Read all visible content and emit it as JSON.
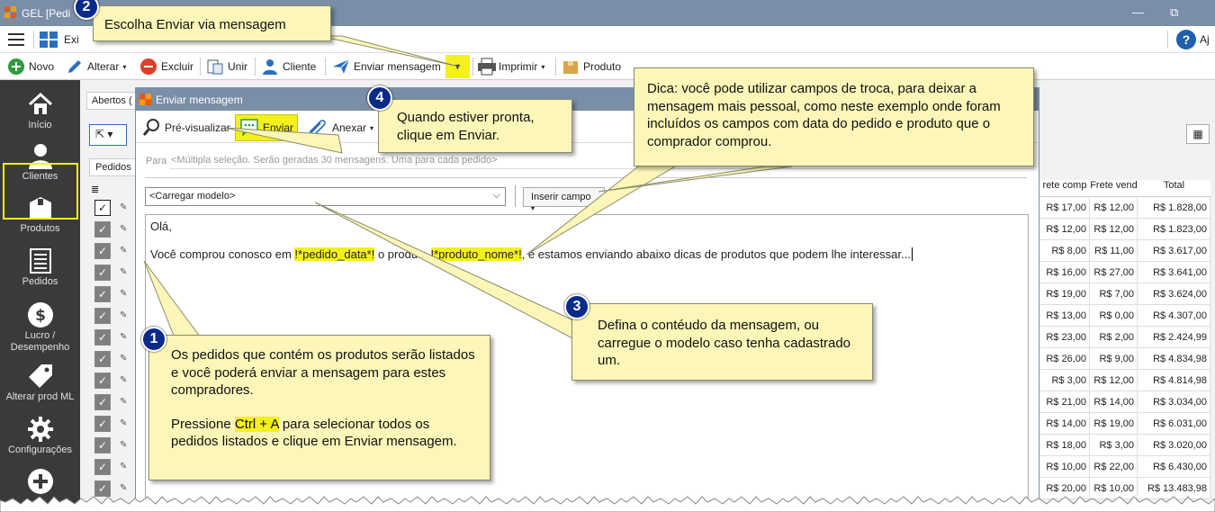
{
  "window": {
    "title": "GEL [Pedi",
    "restore_glyph": "⧉",
    "minimize_glyph": "—"
  },
  "menubar": {
    "exibir_label": "Exi",
    "help_icon_glyph": "?",
    "help_label": "Aj"
  },
  "toolbar": {
    "novo": "Novo",
    "alterar": "Alterar",
    "excluir": "Excluir",
    "unir": "Unir",
    "cliente": "Cliente",
    "enviar_mensagem": "Enviar mensagem",
    "imprimir": "Imprimir",
    "produto": "Produto",
    "caret": "▾",
    "dropdown_arrow": "▼"
  },
  "leftnav": {
    "items": [
      {
        "label": "Início"
      },
      {
        "label": "Clientes"
      },
      {
        "label": "Produtos"
      },
      {
        "label": "Pedidos"
      },
      {
        "label": "Lucro /\nDesempenho"
      },
      {
        "label": "Alterar prod ML"
      },
      {
        "label": "Configurações"
      }
    ]
  },
  "background": {
    "tab_abertos": "Abertos (",
    "tab_pedidos": "Pedidos",
    "select_tool": "⇱ ▾",
    "list_icon": "≣",
    "check_glyph": "✓",
    "pen_glyph": "✎",
    "grid_icon_glyph": "▦"
  },
  "table": {
    "headers": [
      "rete comp",
      "Frete vend",
      "Total"
    ],
    "rows": [
      [
        "R$ 17,00",
        "R$ 12,00",
        "R$ 1.828,00"
      ],
      [
        "R$ 12,00",
        "R$ 12,00",
        "R$ 1.823,00"
      ],
      [
        "R$ 8,00",
        "R$ 11,00",
        "R$ 3.617,00"
      ],
      [
        "R$ 16,00",
        "R$ 27,00",
        "R$ 3.641,00"
      ],
      [
        "R$ 19,00",
        "R$ 7,00",
        "R$ 3.624,00"
      ],
      [
        "R$ 13,00",
        "R$ 0,00",
        "R$ 4.307,00"
      ],
      [
        "R$ 23,00",
        "R$ 2,00",
        "R$ 2.424,99"
      ],
      [
        "R$ 26,00",
        "R$ 9,00",
        "R$ 4.834,98"
      ],
      [
        "R$ 3,00",
        "R$ 12,00",
        "R$ 4.814,98"
      ],
      [
        "R$ 21,00",
        "R$ 14,00",
        "R$ 3.034,00"
      ],
      [
        "R$ 14,00",
        "R$ 19,00",
        "R$ 6.031,00"
      ],
      [
        "R$ 18,00",
        "R$ 3,00",
        "R$ 3.020,00"
      ],
      [
        "R$ 10,00",
        "R$ 22,00",
        "R$ 6.430,00"
      ],
      [
        "R$ 20,00",
        "R$ 10,00",
        "R$ 13.483,98"
      ]
    ]
  },
  "dialog": {
    "title": "Enviar mensagem",
    "preview": "Pré-visualizar",
    "send": "Enviar",
    "attach": "Anexar",
    "attach_caret": "▾",
    "para_label": "Para",
    "para_value": "<Múltipla seleção. Serão geradas 30 mensagens. Uma para cada pedido>",
    "template_select": "<Carregar modelo>",
    "template_chevron": "⌵",
    "insert_field": "Inserir campo",
    "insert_caret": "▾",
    "body": {
      "greeting": "Olá,",
      "line_part1": "Você comprou conosco em ",
      "field_date": "!*pedido_data*!",
      "line_part2": " o produto ",
      "field_product": "!*produto_nome*!",
      "line_part3": ", e estamos enviando abaixo dicas de produtos que podem lhe interessar..."
    }
  },
  "callouts": {
    "step1": {
      "badge": "1",
      "text1": "Os pedidos que contém os produtos serão listados e você poderá enviar a mensagem para estes compradores.",
      "text2_before": "Pressione ",
      "text2_key": "Ctrl + A",
      "text2_after": " para selecionar todos os pedidos listados e clique em Enviar mensagem."
    },
    "step2": {
      "badge": "2",
      "text": "Escolha Enviar via mensagem"
    },
    "step3": {
      "badge": "3",
      "text": "Defina o contéudo da mensagem, ou carregue o modelo caso tenha cadastrado um."
    },
    "step4": {
      "badge": "4",
      "text": "Quando estiver pronta, clique em Enviar."
    },
    "tip": {
      "text": "Dica: você pode utilizar campos de troca, para deixar a mensagem mais pessoal, como neste exemplo onde foram incluídos os campos com data do pedido e produto que o comprador comprou."
    }
  },
  "colors": {
    "titlebar": "#7a8ea8",
    "nav": "#3a3a3a",
    "callout": "#fcf6b8",
    "highlight": "#f4ef1f",
    "badge": "#0a2a8a"
  }
}
